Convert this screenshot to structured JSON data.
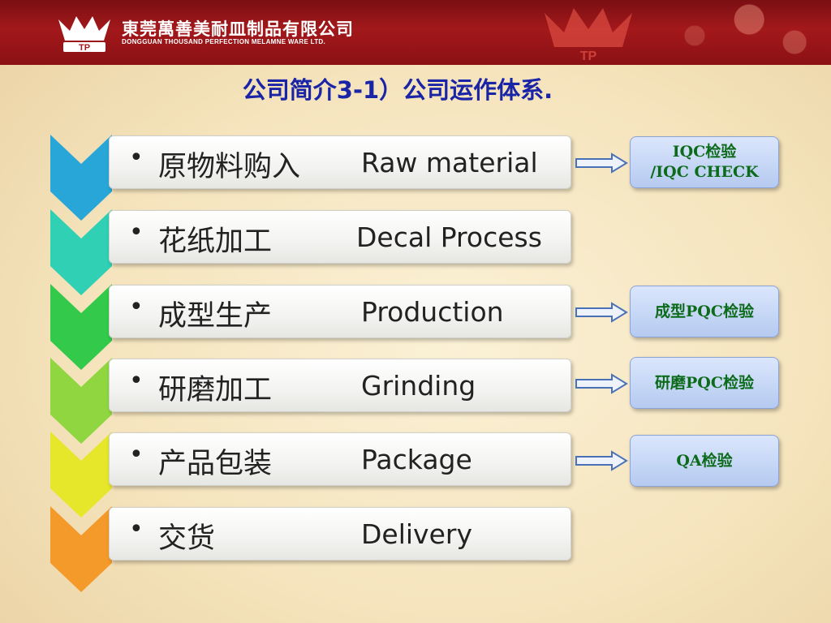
{
  "header": {
    "company_cn": "東莞萬善美耐皿制品有限公司",
    "company_en": "DONGGUAN THOUSAND PERFECTION MELAMNE WARE LTD.",
    "logo_text": "TP"
  },
  "title": "公司简介3-1）公司运作体系.",
  "bullet": "•",
  "steps": [
    {
      "cn": "原物料购入",
      "en": "Raw material",
      "color": "#29a6d8"
    },
    {
      "cn": "花纸加工",
      "en": "Decal Process",
      "color": "#2fd0b4"
    },
    {
      "cn": "成型生产",
      "en": "Production",
      "color": "#33c94a"
    },
    {
      "cn": "研磨加工",
      "en": "Grinding",
      "color": "#8fd640"
    },
    {
      "cn": "产品包装",
      "en": "Package",
      "color": "#e6e62a"
    },
    {
      "cn": "交货",
      "en": "Delivery",
      "color": "#f49a2a"
    }
  ],
  "checks": [
    {
      "line1": "IQC检验",
      "line2": "/IQC CHECK"
    },
    {
      "line1": "成型PQC检验"
    },
    {
      "line1": "研磨PQC检验"
    },
    {
      "line1": "QA检验"
    }
  ],
  "colors": {
    "title": "#1a24a6",
    "check_text": "#0c6b1a",
    "header_red": "#a3181b"
  }
}
